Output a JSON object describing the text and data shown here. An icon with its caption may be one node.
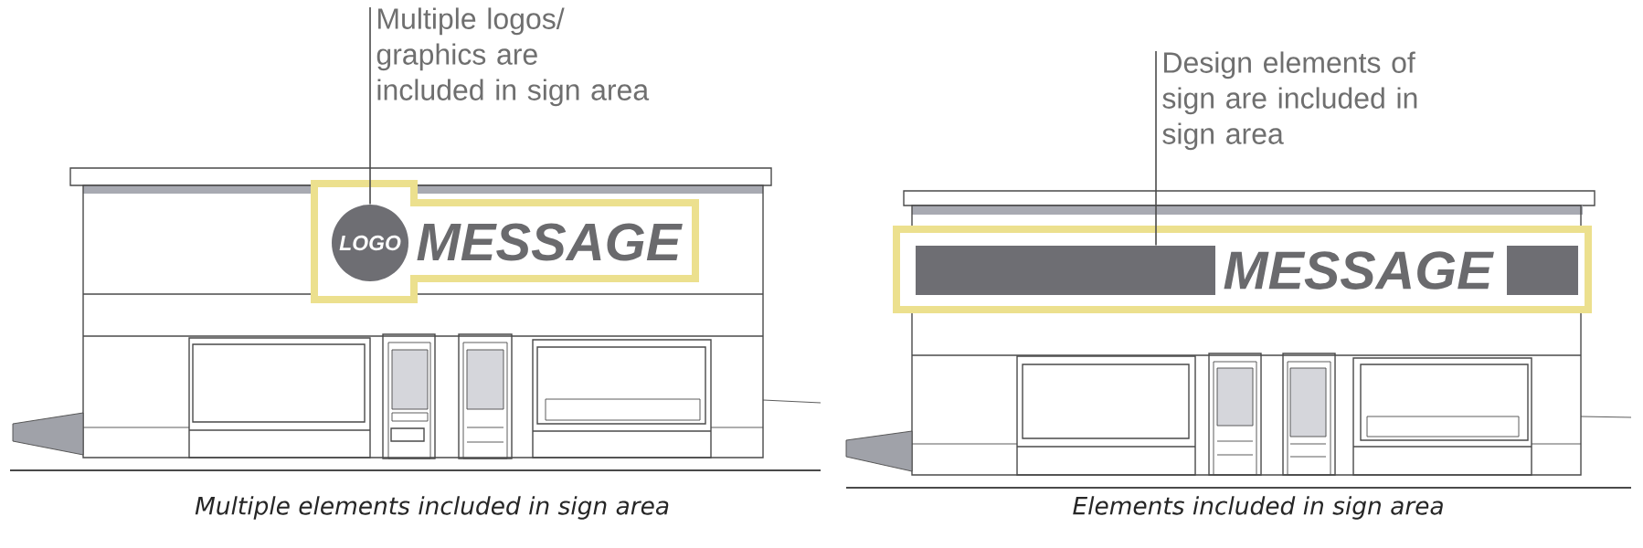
{
  "diagram": {
    "nodes": [
      {
        "text": [
          "Multiple logos/ graphics are included in sign area"
        ]
      },
      {
        "text": [
          "MESSAGE"
        ]
      },
      {
        "text": [
          "LOGO"
        ],
        "in": 1
      },
      {
        "text": [
          "Design elements of sign are included in sign area"
        ]
      },
      {
        "text": [
          "MESSAGE"
        ]
      },
      {
        "text": [],
        "shape": "bar",
        "in": 4
      },
      {
        "text": [],
        "shape": "bar",
        "in": 4
      }
    ],
    "edges": [
      {
        "from": 0,
        "to": 2,
        "arrow": "none"
      },
      {
        "from": 3,
        "to": 5,
        "arrow": "none"
      }
    ],
    "labels": [
      "Multiple elements included in sign area",
      "Elements included in sign area"
    ]
  }
}
